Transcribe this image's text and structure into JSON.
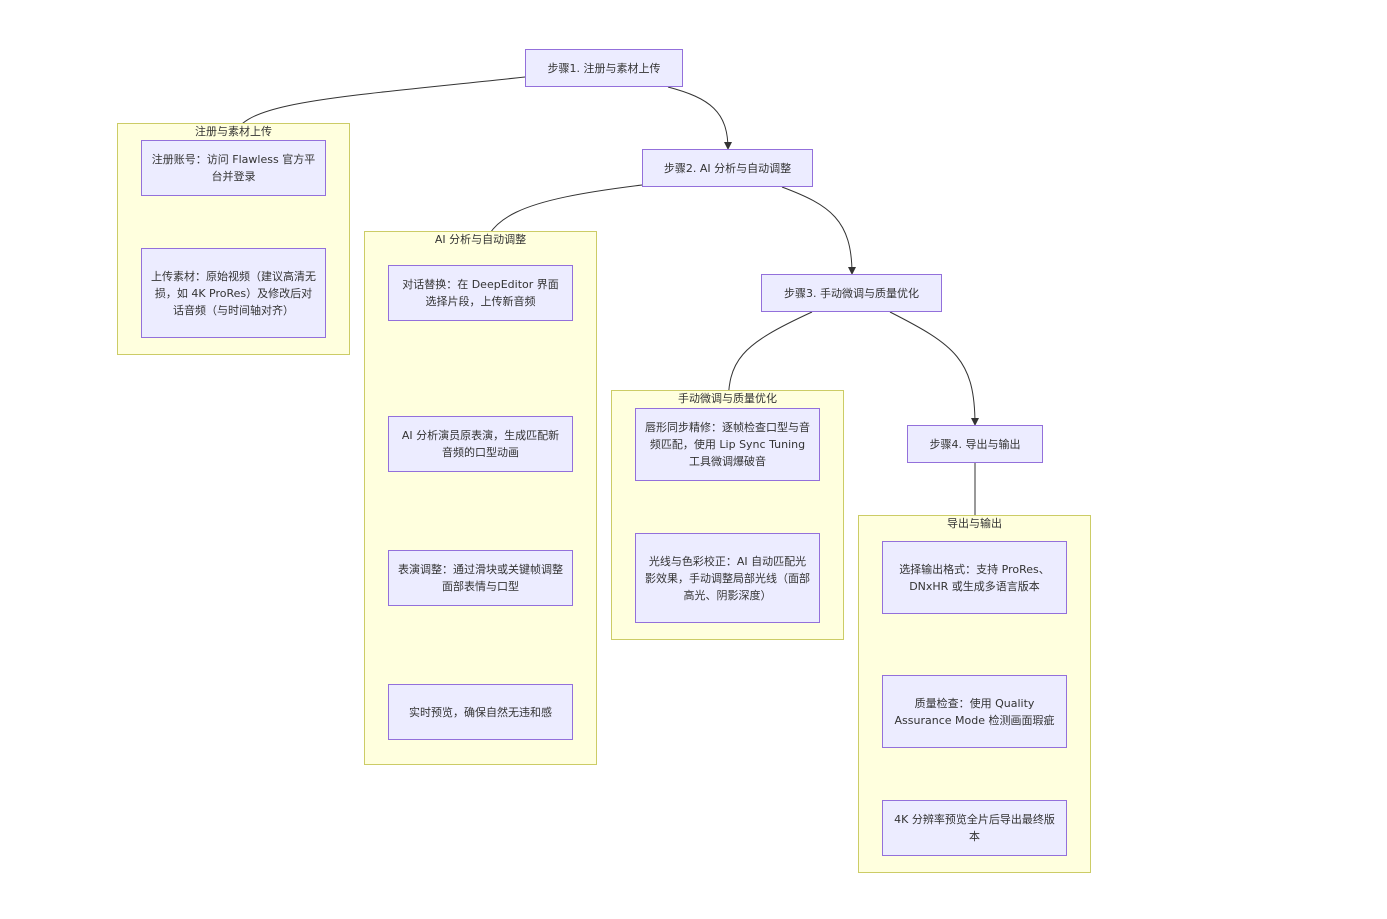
{
  "clusters": {
    "c1": {
      "title": "注册与素材上传"
    },
    "c2": {
      "title": "AI 分析与自动调整"
    },
    "c3": {
      "title": "手动微调与质量优化"
    },
    "c4": {
      "title": "导出与输出"
    }
  },
  "steps": {
    "s1": "步骤1. 注册与素材上传",
    "s2": "步骤2. AI 分析与自动调整",
    "s3": "步骤3. 手动微调与质量优化",
    "s4": "步骤4. 导出与输出"
  },
  "nodes": {
    "a1": "注册账号：访问 Flawless 官方平台并登录",
    "a2": "上传素材：原始视频（建议高清无损，如 4K ProRes）及修改后对话音频（与时间轴对齐）",
    "b1": "对话替换：在 DeepEditor 界面选择片段，上传新音频",
    "b2": "AI 分析演员原表演，生成匹配新音频的口型动画",
    "b3": "表演调整：通过滑块或关键帧调整面部表情与口型",
    "b4": "实时预览，确保自然无违和感",
    "c1": "唇形同步精修：逐帧检查口型与音频匹配，使用 Lip Sync Tuning 工具微调爆破音",
    "c2": "光线与色彩校正：AI 自动匹配光影效果，手动调整局部光线（面部高光、阴影深度）",
    "d1": "选择输出格式：支持 ProRes、DNxHR 或生成多语言版本",
    "d2": "质量检查：使用 Quality Assurance Mode 检测画面瑕疵",
    "d3": "4K 分辨率预览全片后导出最终版本"
  },
  "colors": {
    "node_fill": "#ececff",
    "node_border": "#9370db",
    "cluster_fill": "#ffffde",
    "cluster_border": "#cccc66",
    "edge": "#333333"
  }
}
